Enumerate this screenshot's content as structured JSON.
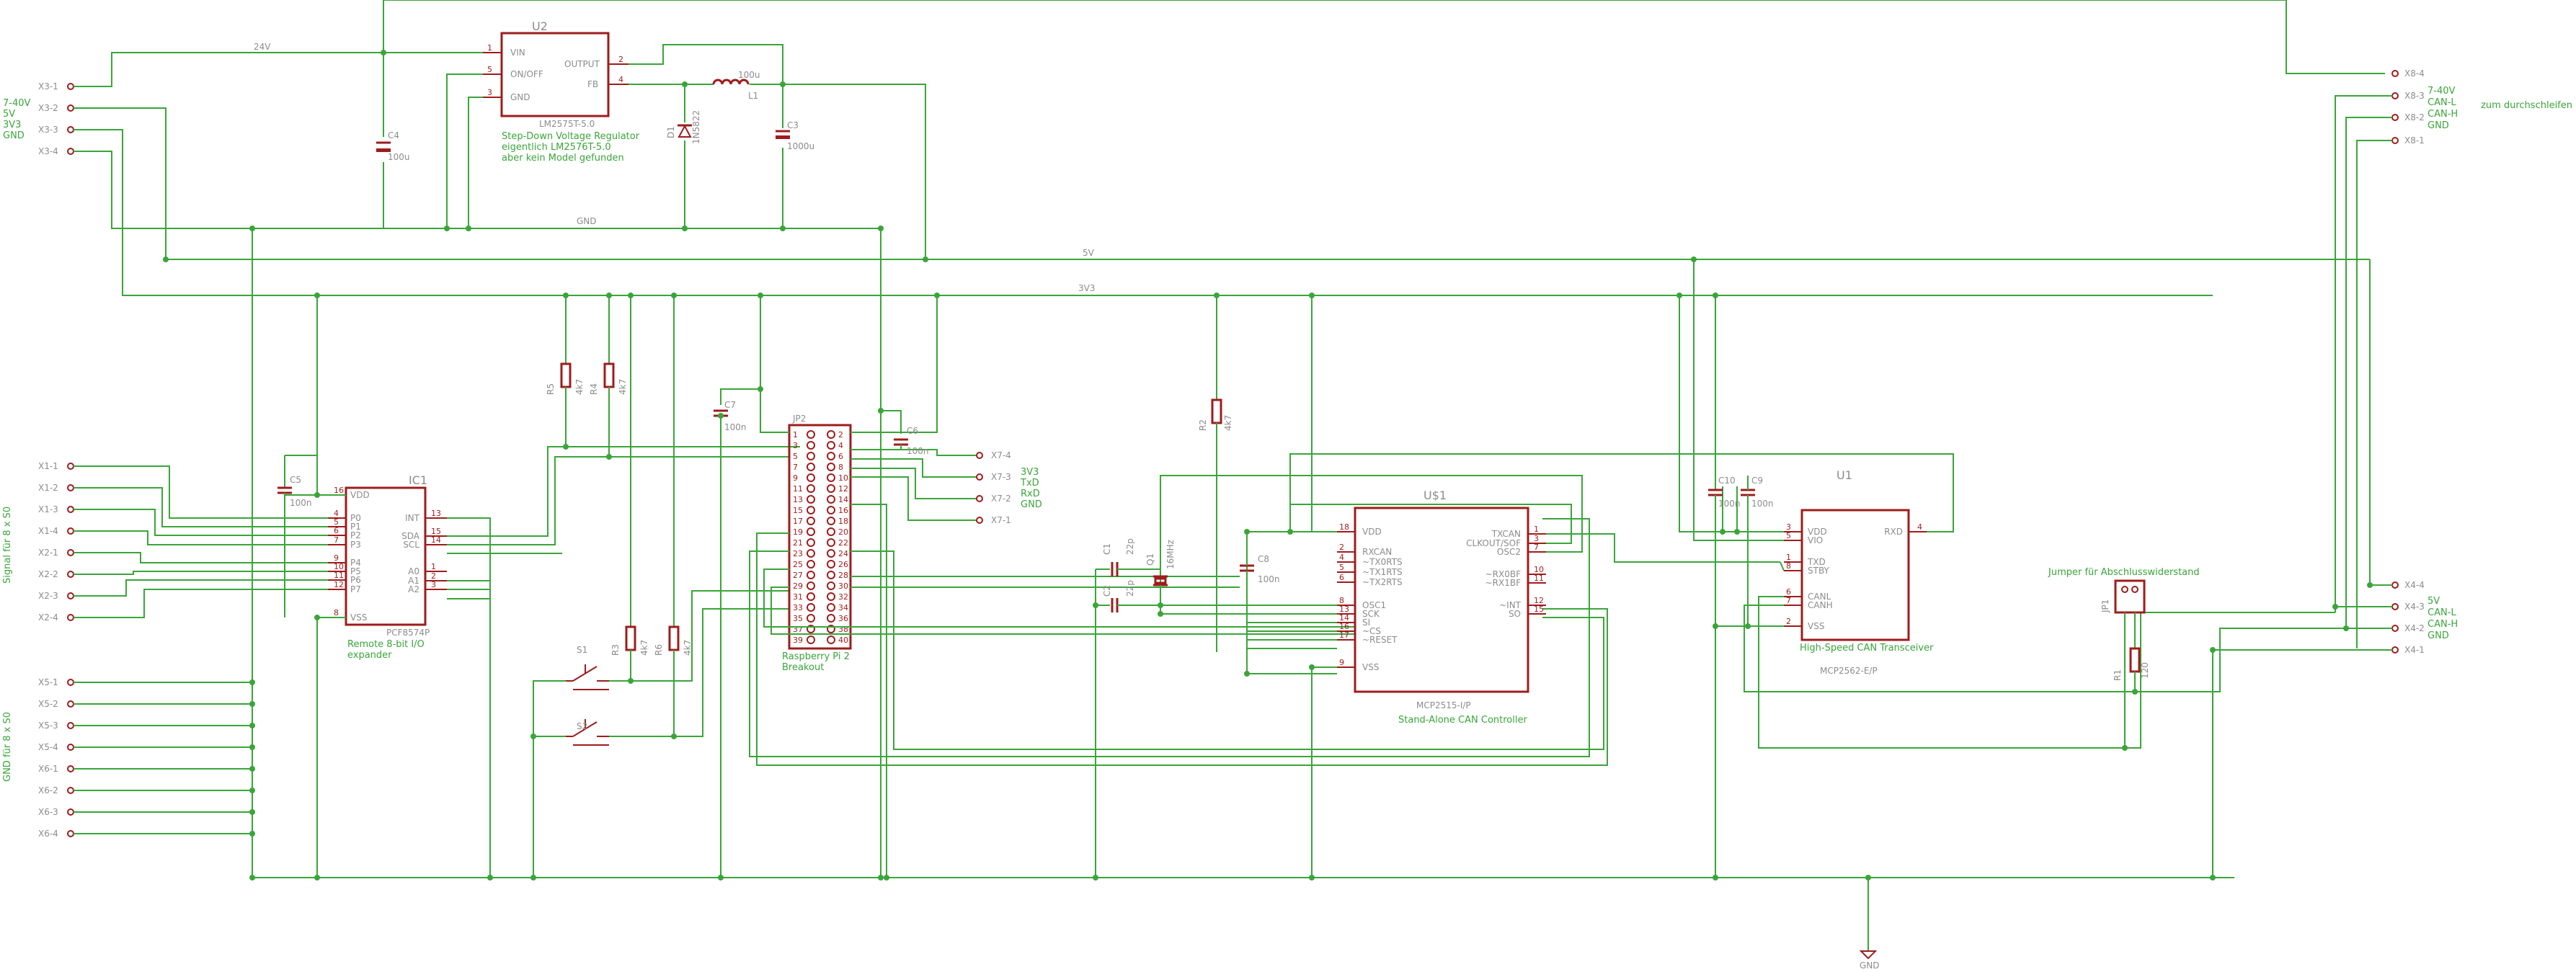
{
  "power": {
    "input_connectors": [
      "X3-1",
      "X3-2",
      "X3-3",
      "X3-4"
    ],
    "input_labels": [
      "7-40V",
      "5V",
      "3V3",
      "GND"
    ],
    "net_24v": "24V",
    "net_gnd": "GND",
    "net_5v": "5V",
    "net_3v3": "3V3"
  },
  "regulator": {
    "ref": "U2",
    "pins": [
      "VIN",
      "ON/OFF",
      "GND",
      "OUTPUT",
      "FB"
    ],
    "pin_numbers": [
      "1",
      "5",
      "3",
      "2",
      "4"
    ],
    "part": "LM2575T-5.0",
    "desc": [
      "Step-Down Voltage Regulator",
      "eigentlich LM2576T-5.0",
      "aber kein Model gefunden"
    ],
    "c4": "C4",
    "c4_val": "100u",
    "c3": "C3",
    "c3_val": "1000u",
    "l1": "L1",
    "l1_val": "100u",
    "d1": "D1",
    "d1_val": "1N5822"
  },
  "io_expander": {
    "ref": "IC1",
    "part": "PCF8574P",
    "desc": [
      "Remote 8-bit I/O",
      "expander"
    ],
    "left_pins": [
      "VDD",
      "P0",
      "P1",
      "P2",
      "P3",
      "P4",
      "P5",
      "P6",
      "P7",
      "VSS"
    ],
    "left_nums": [
      "16",
      "4",
      "5",
      "6",
      "7",
      "9",
      "10",
      "11",
      "12",
      "8"
    ],
    "right_pins": [
      "INT",
      "SDA",
      "SCL",
      "A0",
      "A1",
      "A2"
    ],
    "right_nums": [
      "13",
      "15",
      "14",
      "1",
      "2",
      "3"
    ],
    "c": "C5",
    "c_val": "100n"
  },
  "signal_connectors": [
    "X1-1",
    "X1-2",
    "X1-3",
    "X1-4",
    "X2-1",
    "X2-2",
    "X2-3",
    "X2-4"
  ],
  "signal_label": "Signal für 8 x S0",
  "gnd_connectors": [
    "X5-1",
    "X5-2",
    "X5-3",
    "X5-4",
    "X6-1",
    "X6-2",
    "X6-3",
    "X6-4"
  ],
  "gnd_label": "GND für 8 x S0",
  "pullups": [
    {
      "ref": "R5",
      "val": "4k7"
    },
    {
      "ref": "R4",
      "val": "4k7"
    },
    {
      "ref": "R3",
      "val": "4k7"
    },
    {
      "ref": "R6",
      "val": "4k7"
    },
    {
      "ref": "R2",
      "val": "4k7"
    }
  ],
  "switches": [
    "S1",
    "S2"
  ],
  "raspberry": {
    "ref": "JP2",
    "desc": [
      "Raspberry Pi 2",
      "Breakout"
    ],
    "pin_count": 20,
    "c7": "C7",
    "c7_val": "100n",
    "c6": "C6",
    "c6_val": "100n"
  },
  "serial_connectors": [
    "X7-4",
    "X7-3",
    "X7-2",
    "X7-1"
  ],
  "serial_labels": [
    "3V3",
    "TxD",
    "RxD",
    "GND"
  ],
  "can_controller": {
    "ref": "U$1",
    "part": "MCP2515-I/P",
    "desc": "Stand-Alone CAN Controller",
    "left_pins": [
      "VDD",
      "RXCAN",
      "~TX0RTS",
      "~TX1RTS",
      "~TX2RTS",
      "OSC1",
      "SCK",
      "SI",
      "~CS",
      "~RESET",
      "VSS"
    ],
    "left_nums": [
      "18",
      "2",
      "4",
      "5",
      "6",
      "8",
      "13",
      "14",
      "16",
      "17",
      "9"
    ],
    "right_pins": [
      "TXCAN",
      "CLKOUT/SOF",
      "OSC2",
      "~RX0BF",
      "~RX1BF",
      "~INT",
      "SO"
    ],
    "right_nums": [
      "1",
      "3",
      "7",
      "10",
      "11",
      "12",
      "15"
    ],
    "c1": "C1",
    "c1_val": "22p",
    "c2": "C2",
    "c2_val": "22p",
    "q1": "Q1",
    "q1_val": "16MHz",
    "c8": "C8",
    "c8_val": "100n"
  },
  "can_transceiver": {
    "ref": "U1",
    "part": "MCP2562-E/P",
    "desc": "High-Speed CAN Transceiver",
    "left_pins": [
      "VDD",
      "VIO",
      "TXD",
      "STBY",
      "CANL",
      "CANH",
      "VSS"
    ],
    "left_nums": [
      "3",
      "5",
      "1",
      "8",
      "6",
      "7",
      "2"
    ],
    "right_pins": [
      "RXD"
    ],
    "right_nums": [
      "4"
    ],
    "c10": "C10",
    "c10_val": "100n",
    "c9": "C9",
    "c9_val": "100n"
  },
  "jumper": {
    "label": "Jumper für Abschlusswiderstand",
    "ref": "JP1",
    "r": "R1",
    "r_val": "120"
  },
  "can_out_connectors": [
    "X8-4",
    "X8-3",
    "X8-2",
    "X8-1"
  ],
  "can_out_labels": [
    "7-40V",
    "CAN-L",
    "CAN-H",
    "GND"
  ],
  "can_out_note": "zum durchschleifen",
  "can_in_connectors": [
    "X4-4",
    "X4-3",
    "X4-2",
    "X4-1"
  ],
  "can_in_labels": [
    "5V",
    "CAN-L",
    "CAN-H",
    "GND"
  ],
  "gnd_symbol": "GND"
}
